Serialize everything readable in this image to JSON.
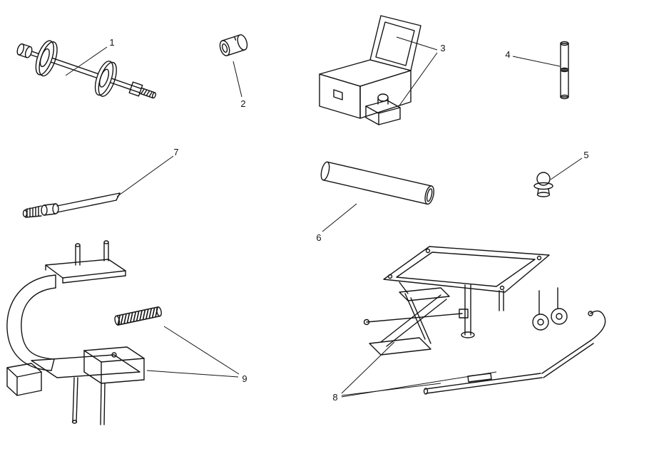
{
  "diagram": {
    "background_color": "#ffffff",
    "line_color": "#141414",
    "callouts": [
      {
        "label": "1",
        "part": "axle-holding-tool"
      },
      {
        "label": "2",
        "part": "bushing-sleeve"
      },
      {
        "label": "3",
        "part": "tool-case-with-fitting"
      },
      {
        "label": "4",
        "part": "pin-rod"
      },
      {
        "label": "5",
        "part": "valve-fitting"
      },
      {
        "label": "6",
        "part": "handle-bar"
      },
      {
        "label": "7",
        "part": "hose-fitting-tool"
      },
      {
        "label": "8",
        "part": "scissor-jack-stand"
      },
      {
        "label": "9",
        "part": "support-clamp-with-pin"
      }
    ]
  }
}
